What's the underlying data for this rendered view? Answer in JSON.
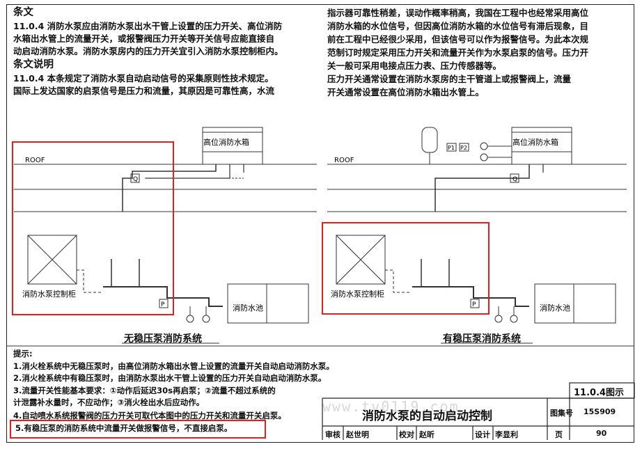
{
  "clause": {
    "heading": "条文",
    "lines": [
      "11.0.4 消防水泵应由消防水泵出水干管上设置的压力开关、高位消防",
      "水箱出水管上的流量开关，或报警阀压力开关等开关信号应能直接自",
      "动启动消防水泵。消防水泵房内的压力开关宜引入消防水泵控制柜内。"
    ]
  },
  "explanation": {
    "heading": "条文说明",
    "left_lines": [
      "11.0.4 本条规定了消防水泵自动启动信号的采集原则性技术规定。",
      "国际上发达国家的启泵信号是压力和流量，其原因是可靠性高，水流"
    ],
    "right_lines": [
      "指示器可靠性稍差，误动作概率稍高，我国在工程中也经常采用高位",
      "消防水箱的水位信号，但因高位消防水箱的水位信号有滞后现象，目",
      "前在工程中已经很少采用，但该信号可以作为报警信号。为此本次规",
      "范制订时规定采用压力开关和流量开关作为水泵启泵的信号。压力开",
      "关一般可采用电接点压力表、压力传感器等。",
      "    压力开关通常设置在消防水泵房的主干管道上或报警阀上，流量",
      "开关通常设置在高位消防水箱出水管上。"
    ]
  },
  "diagrams": {
    "left": {
      "title": "无稳压泵消防系统",
      "roof_label": "ROOF",
      "tank_label": "高位消防水箱",
      "cabinet_label": "消防水泵控制柜",
      "pool_label": "消防水池",
      "flow_switch": "Q",
      "pressure_switch": "P"
    },
    "right": {
      "title": "有稳压泵消防系统",
      "roof_label": "ROOF",
      "tank_label": "高位消防水箱",
      "cabinet_label": "消防水泵控制柜",
      "pool_label": "消防水池",
      "flow_switch": "Q",
      "pressure_switch": "P",
      "p1": "P1",
      "p2": "P2"
    }
  },
  "notes": {
    "heading": "提示:",
    "items": [
      "1.消火栓系统中无稳压泵时，由高位消防水箱出水管上设置的流量开关自动启动消防水泵。",
      "2.消火栓系统中有稳压泵时，由消防水泵出水干管上设置的压力开关自动启动消防水泵。",
      "3.流量开关性能基本要求：①动作后延迟30s再启泵；②流量不超过系统的",
      "  计泄露补水量时，不应动作；③消火栓出水后应动作。",
      "4.自动喷水系统报警阀的压力开关可取代本图中的压力开关和流量开关启泵。",
      "5.有稳压泵的消防系统中流量开关做报警信号，不直接启泵。"
    ]
  },
  "watermark": "www.tv0119.com",
  "title_block": {
    "section_tag": "11.0.4图示",
    "drawing_title": "消防水泵的自动启动控制",
    "atlas_label": "图集号",
    "atlas_no": "15S909",
    "page_label": "页",
    "page_no": "90",
    "review_label": "审核",
    "reviewer": "赵世明",
    "check_label": "校对",
    "checker": "赵昕",
    "design_label": "设计",
    "designer": "李显利"
  }
}
